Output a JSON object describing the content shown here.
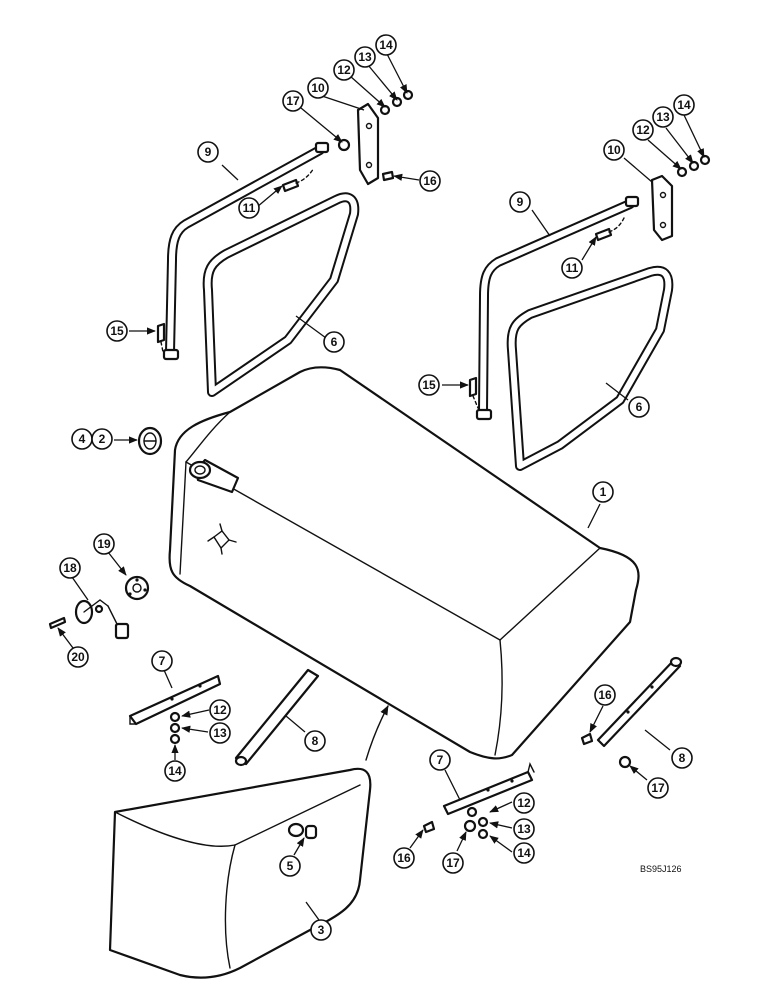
{
  "figure": {
    "drawing_code": "BS95J126",
    "callouts": {
      "c1": "1",
      "c2": "2",
      "c3": "3",
      "c4": "4",
      "c5": "5",
      "c6a": "6",
      "c6b": "6",
      "c7a": "7",
      "c7b": "7",
      "c8a": "8",
      "c8b": "8",
      "c9a": "9",
      "c9b": "9",
      "c10a": "10",
      "c10b": "10",
      "c11a": "11",
      "c11b": "11",
      "c12a": "12",
      "c12b": "12",
      "c12c": "12",
      "c12d": "12",
      "c13a": "13",
      "c13b": "13",
      "c13c": "13",
      "c13d": "13",
      "c14a": "14",
      "c14b": "14",
      "c14c": "14",
      "c14d": "14",
      "c15a": "15",
      "c15b": "15",
      "c16a": "16",
      "c16b": "16",
      "c16c": "16",
      "c17a": "17",
      "c17b": "17",
      "c17c": "17",
      "c18": "18",
      "c19": "19",
      "c20": "20"
    }
  }
}
